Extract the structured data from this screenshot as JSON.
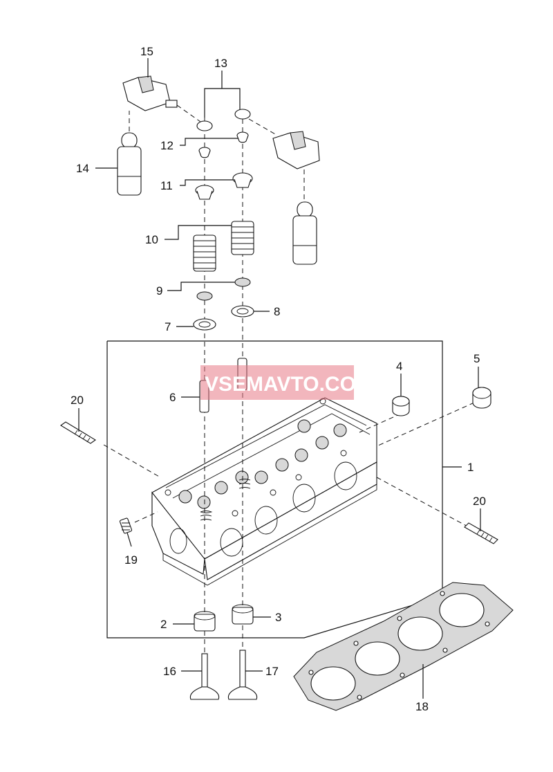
{
  "watermark": "VSEMAVTO.COM",
  "callouts": {
    "c1": "1",
    "c2": "2",
    "c3": "3",
    "c4": "4",
    "c5": "5",
    "c6": "6",
    "c7": "7",
    "c8": "8",
    "c9": "9",
    "c10": "10",
    "c11": "11",
    "c12": "12",
    "c13": "13",
    "c14": "14",
    "c15": "15",
    "c16": "16",
    "c17": "17",
    "c18": "18",
    "c19": "19",
    "c20a": "20",
    "c20b": "20"
  }
}
